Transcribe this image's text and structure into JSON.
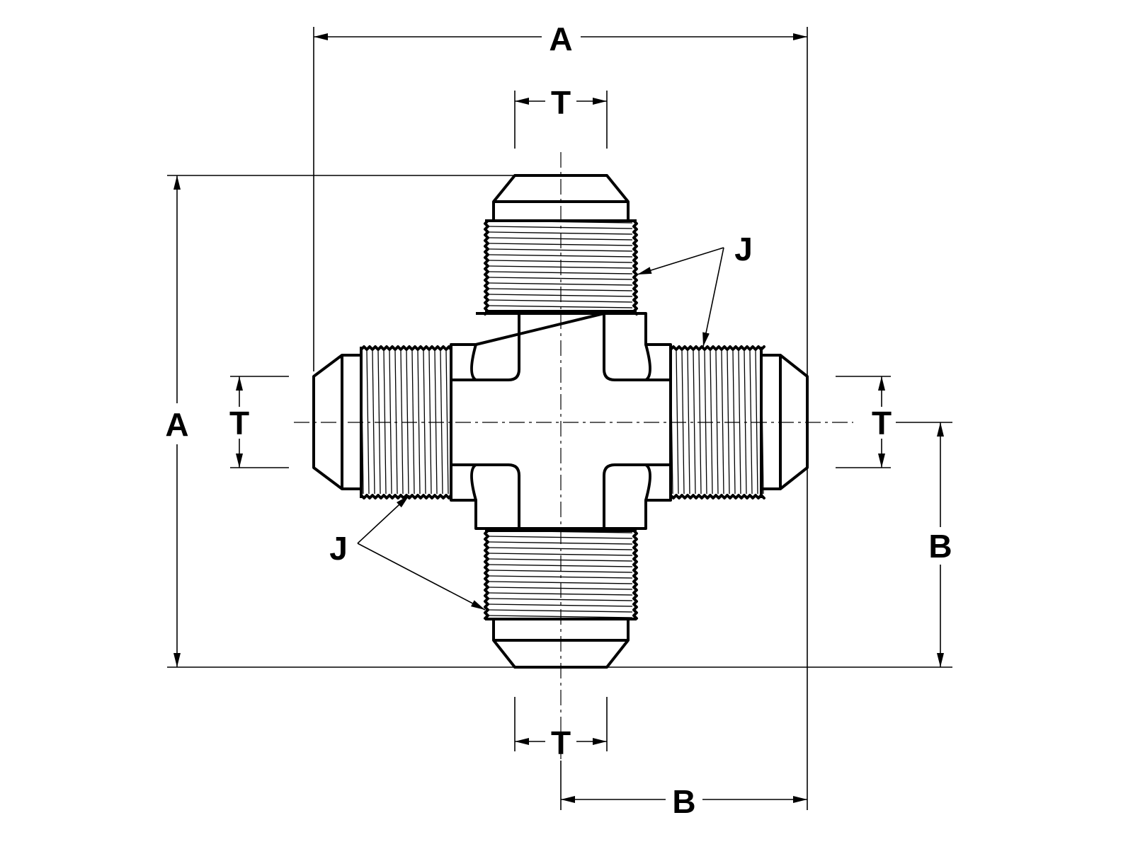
{
  "diagram": {
    "type": "flare male union cross fitting dimension drawing",
    "labels": {
      "overall_length_top": "A",
      "overall_length_left": "A",
      "tube_od_top": "T",
      "tube_od_bottom": "T",
      "tube_od_left": "T",
      "tube_od_right": "T",
      "center_to_end_right": "B",
      "center_to_end_bottom": "B",
      "thread_top_right": "J",
      "thread_bottom_left": "J"
    },
    "colors": {
      "line": "#000000",
      "background": "#ffffff"
    }
  }
}
